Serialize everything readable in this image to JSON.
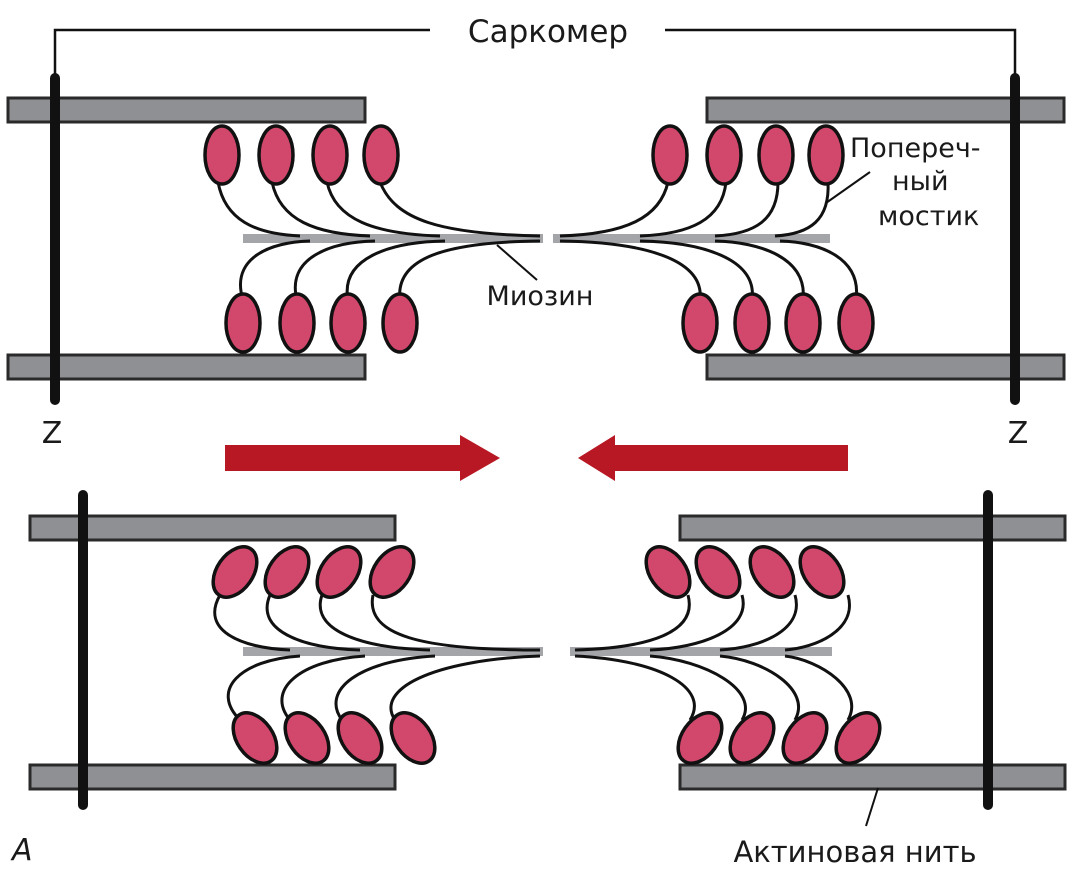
{
  "labels": {
    "sarcomere": "Саркомер",
    "cross_bridge_line1": "Попереч-",
    "cross_bridge_line2": "ный",
    "cross_bridge_line3": "мостик",
    "myosin": "Миозин",
    "z_left": "Z",
    "z_right": "Z",
    "panel_letter": "А",
    "actin_filament": "Актиновая нить"
  },
  "colors": {
    "myosin_head": "#d2486c",
    "arrow": "#b81823",
    "actin": "#8e9094",
    "myosin_filament": "#a3a5a9",
    "z_disc": "#111111"
  }
}
